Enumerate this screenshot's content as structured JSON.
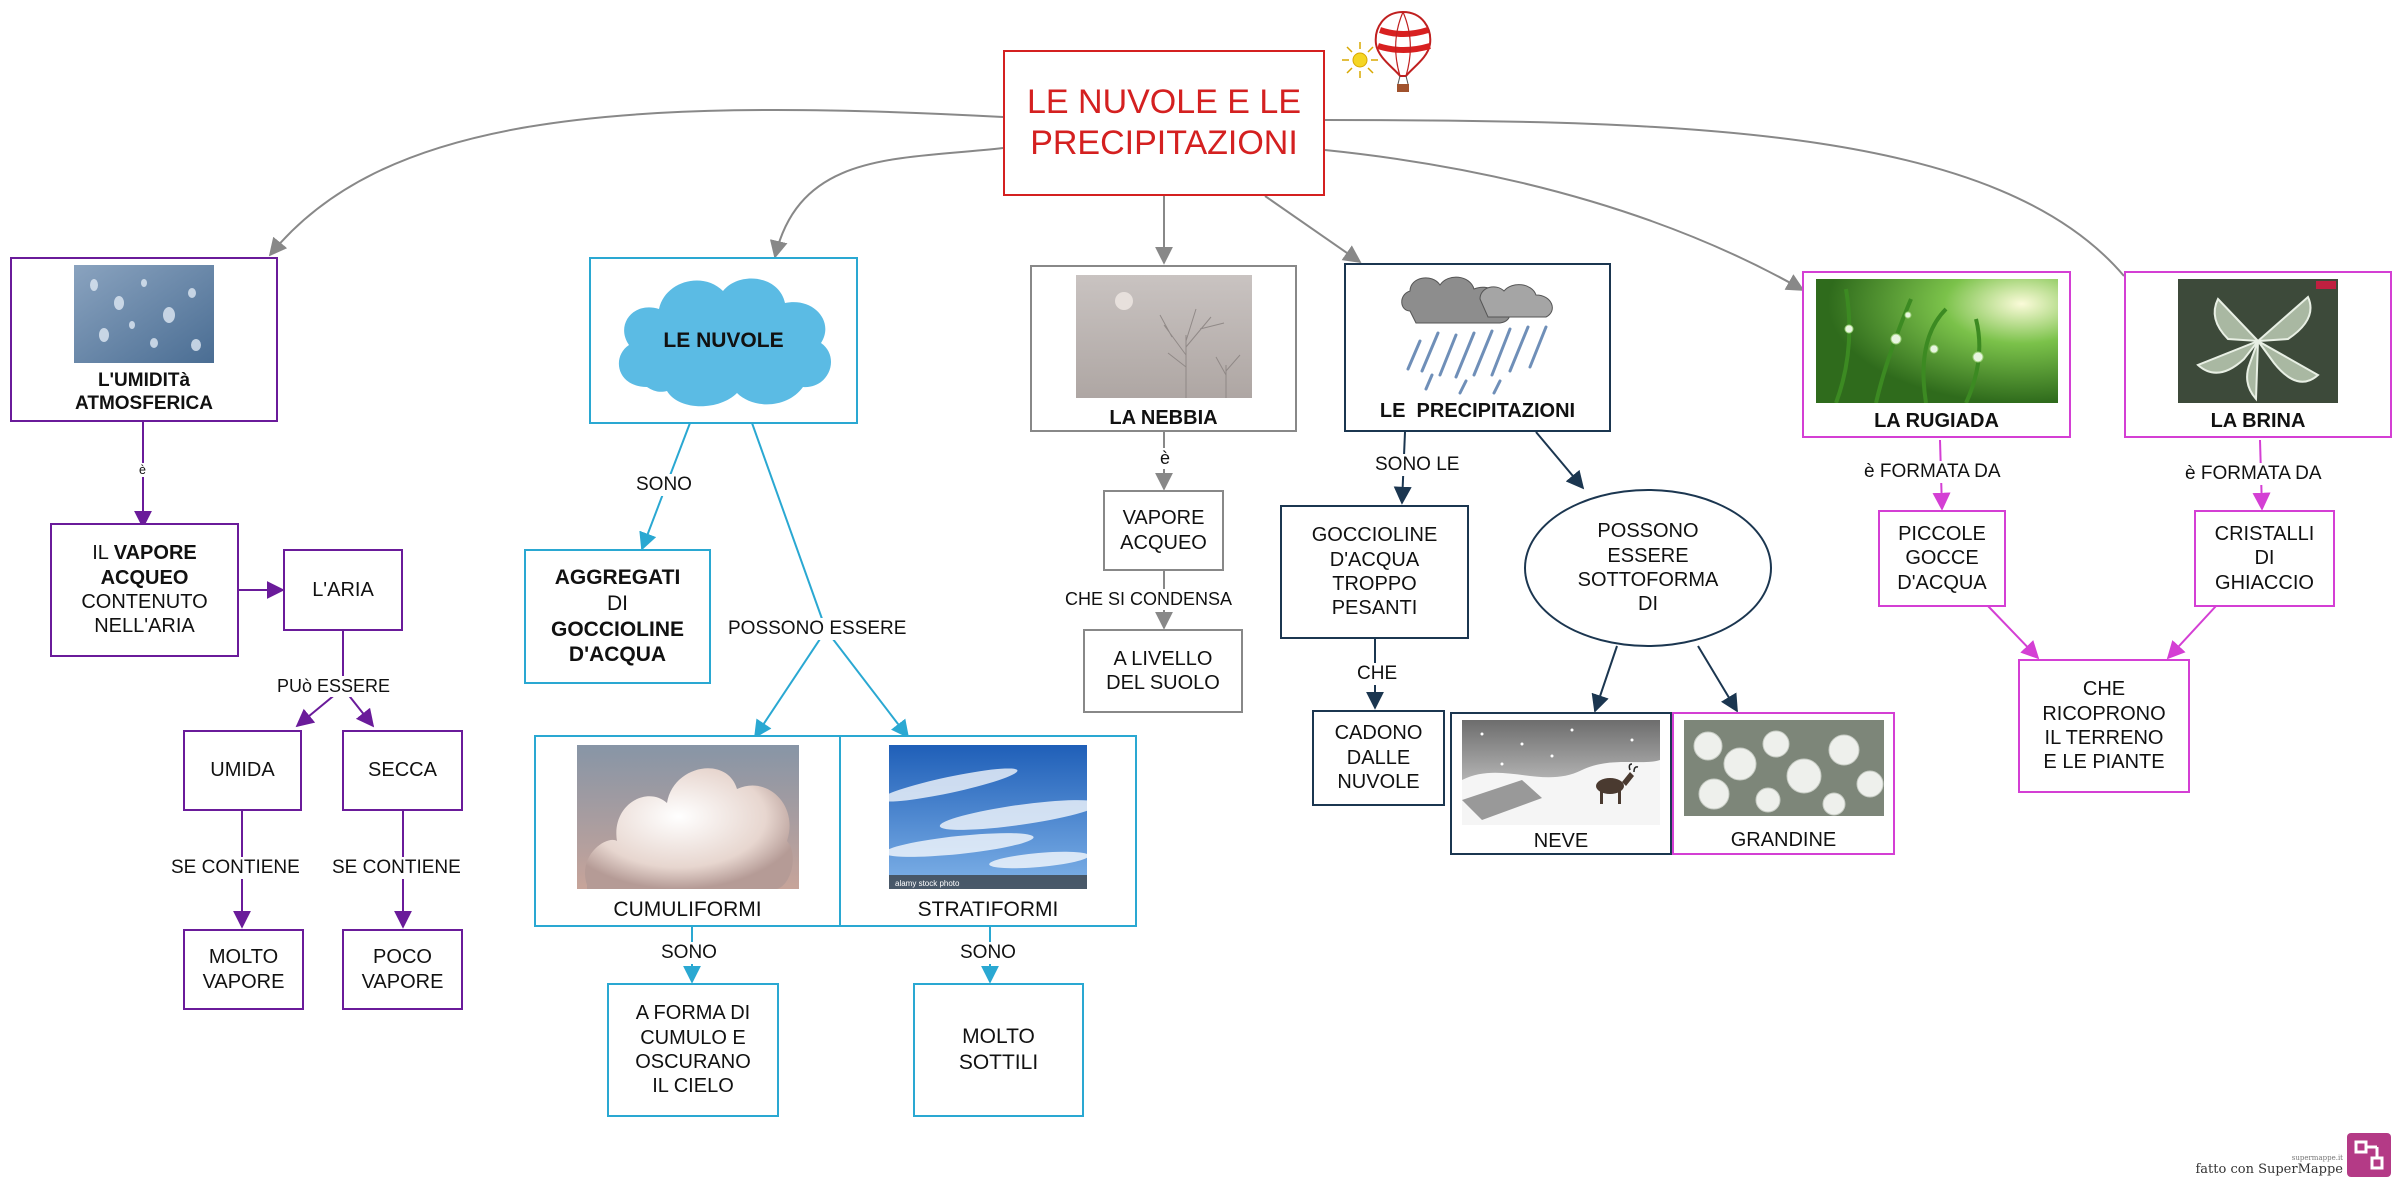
{
  "title": "LE NUVOLE E LE PRECIPITAZIONI",
  "colors": {
    "title": "#d42020",
    "purple": "#6a1b9a",
    "cyan": "#2aa8d2",
    "navy": "#1b3650",
    "gray": "#888888",
    "magenta": "#d43fd4",
    "arrow_gray": "#888888"
  },
  "nodes": {
    "umidita": "L'UMIDITà ATMOSFERICA",
    "vapore_acqueo_contenuto_pre": "IL",
    "vapore_acqueo_contenuto_bold": "VAPORE ACQUEO",
    "vapore_acqueo_contenuto_post": "CONTENUTO NELL'ARIA",
    "aria": "L'ARIA",
    "umida": "UMIDA",
    "secca": "SECCA",
    "molto_vapore": "MOLTO\nVAPORE",
    "poco_vapore": "POCO\nVAPORE",
    "nuvole": "LE NUVOLE",
    "aggregati": "AGGREGATI",
    "aggregati_di": "DI",
    "aggregati_gocc": "GOCCIOLINE\nD'ACQUA",
    "cumuliformi": "CUMULIFORMI",
    "stratiformi": "STRATIFORMI",
    "forma_cumulo": "A FORMA DI\nCUMULO E\nOSCURANO\nIL CIELO",
    "molto_sottili": "MOLTO\nSOTTILI",
    "nebbia": "LA NEBBIA",
    "vapore_acqueo": "VAPORE\nACQUEO",
    "livello_suolo": "A LIVELLO\nDEL SUOLO",
    "precipitazioni": "LE  PRECIPITAZIONI",
    "goccioline_pesanti": "GOCCIOLINE\nD'ACQUA\nTROPPO\nPESANTI",
    "cadono": "CADONO\nDALLE\nNUVOLE",
    "possono_sotto": "POSSONO\nESSERE\nSOTTOFORMA\nDI",
    "neve": "NEVE",
    "grandine": "GRANDINE",
    "rugiada": "LA RUGIADA",
    "piccole_gocce": "PICCOLE\nGOCCE\nD'ACQUA",
    "brina": "LA BRINA",
    "cristalli": "CRISTALLI\nDI\nGHIACCIO",
    "ricoprono": "CHE\nRICOPRONO\nIL TERRENO\nE LE PIANTE"
  },
  "links": {
    "e1": "è",
    "puo_essere": "PUò ESSERE",
    "se_contiene_1": "SE CONTIENE",
    "se_contiene_2": "SE CONTIENE",
    "sono": "SONO",
    "possono_essere": "POSSONO ESSERE",
    "sono_cumuli": "SONO",
    "sono_strati": "SONO",
    "e2": "è",
    "che_si_condensa": "CHE SI CONDENSA",
    "sono_le": "SONO LE",
    "che": "CHE",
    "formata_da_1": "è FORMATA DA",
    "formata_da_2": "è FORMATA DA"
  },
  "image_captions": {
    "stock_watermark": "alamy stock photo"
  },
  "branding": {
    "site": "supermappe.it",
    "made_with": "fatto con SuperMappe"
  },
  "icons": [
    "sun-icon",
    "hot-air-balloon-icon",
    "supermappe-logo-icon"
  ]
}
